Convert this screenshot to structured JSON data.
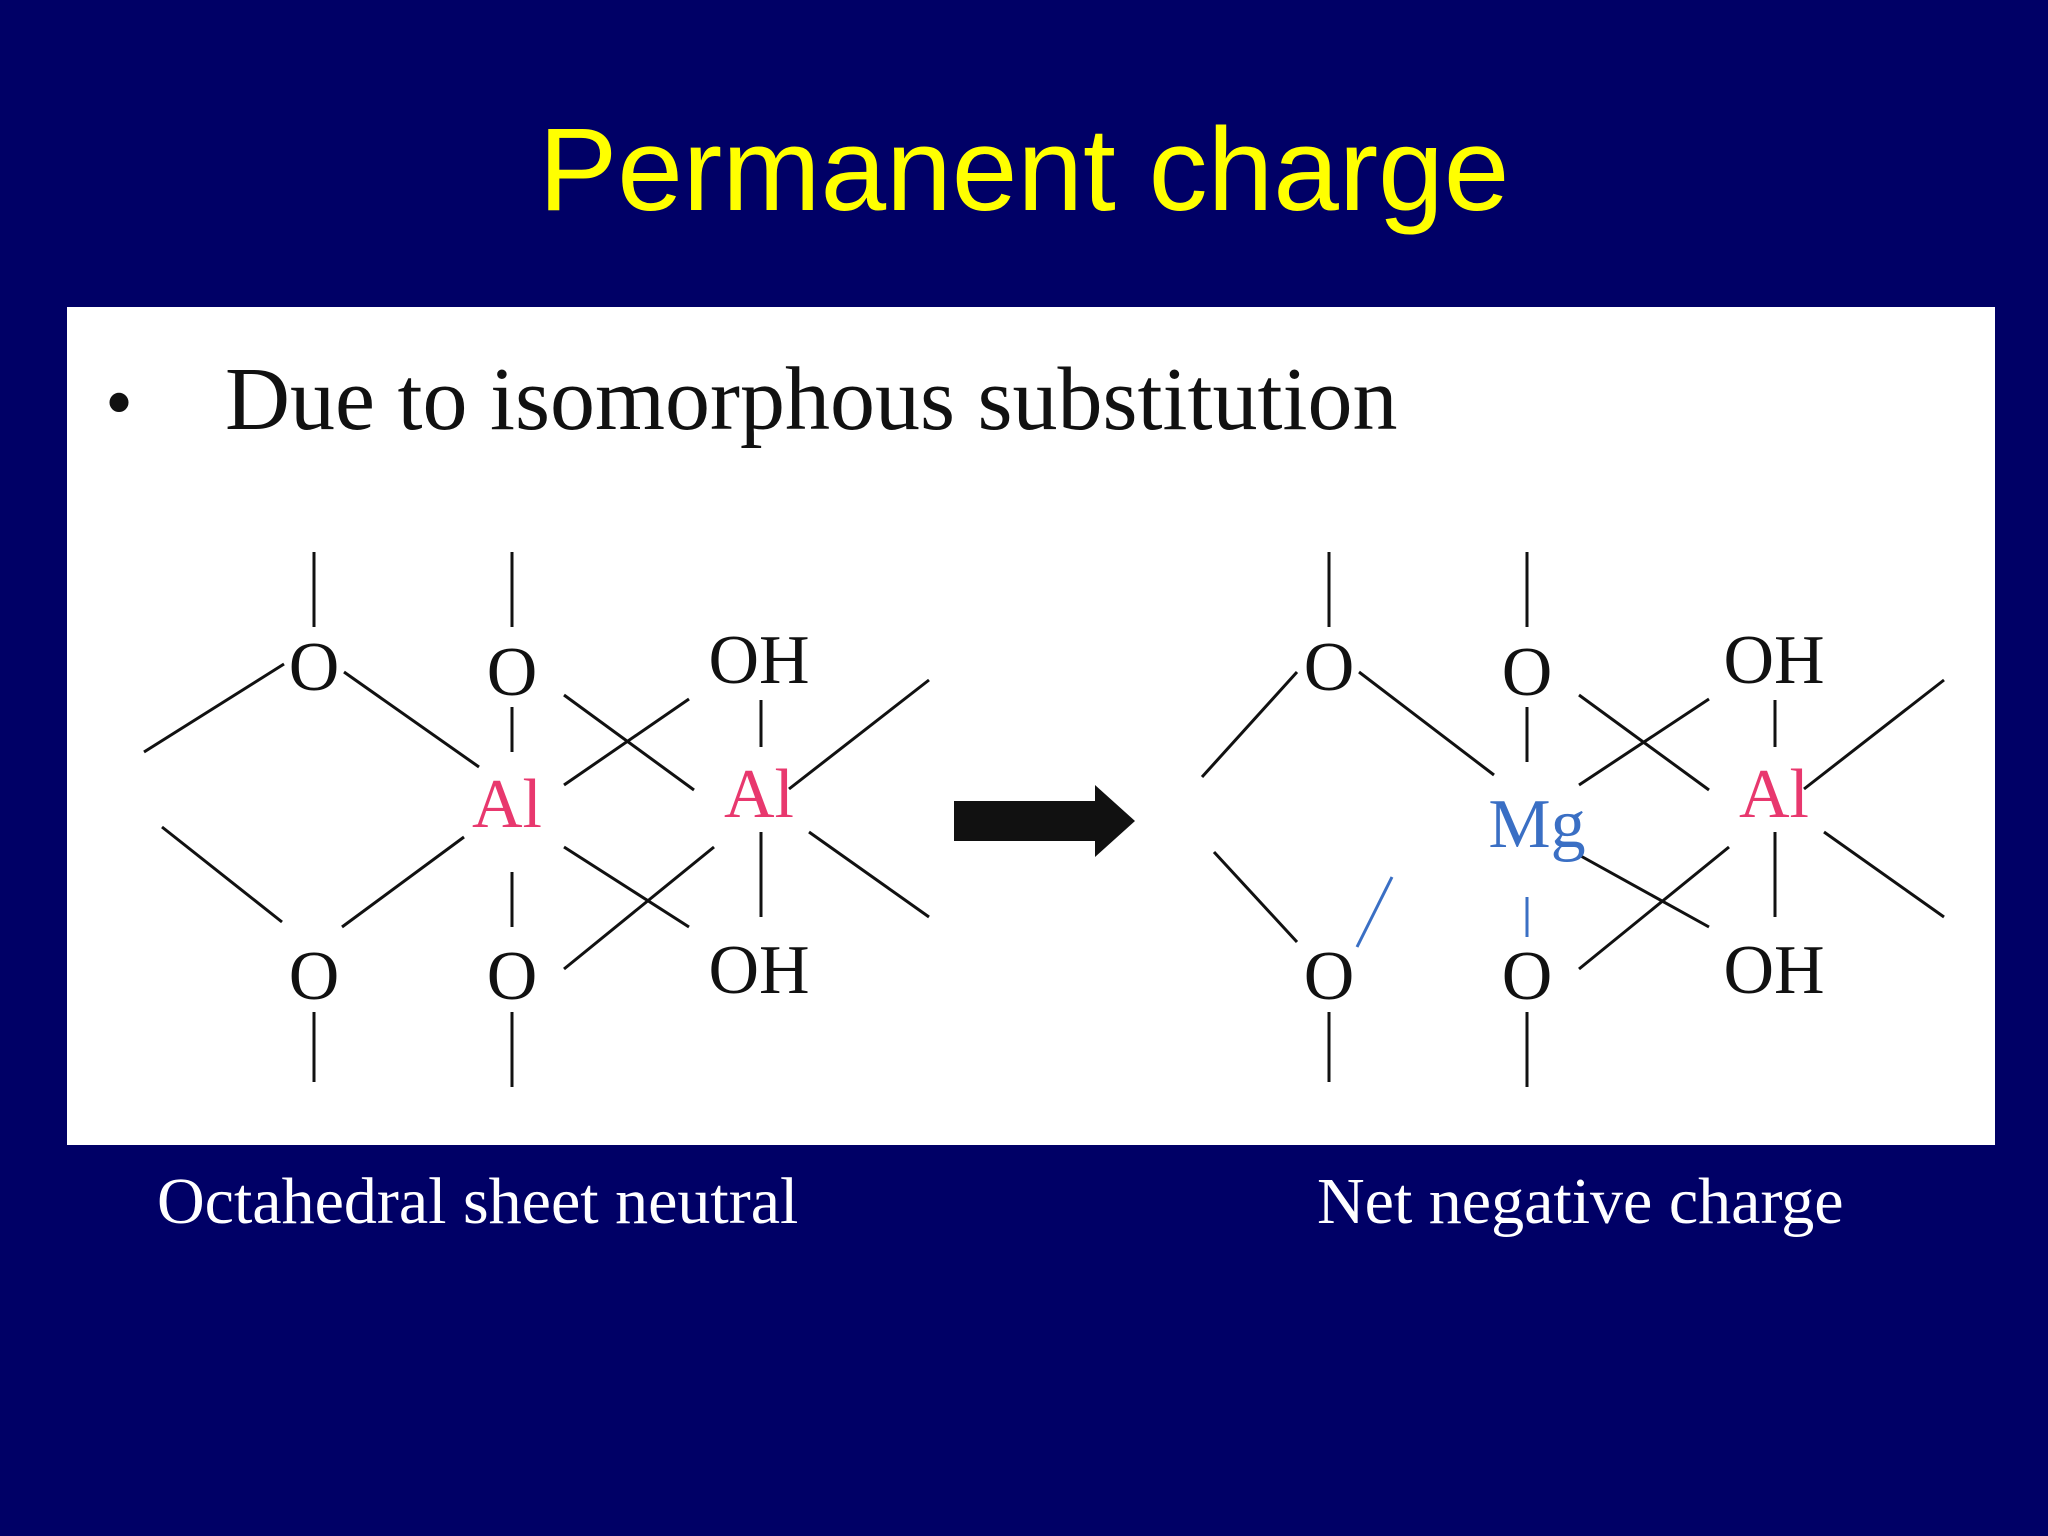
{
  "slide": {
    "title": "Permanent charge",
    "bullet_symbol": "•",
    "bullet_text": "Due to isomorphous substitution"
  },
  "diagram": {
    "before": {
      "oxygen_label": "O",
      "hydroxyl_label": "OH",
      "cation_1": "Al",
      "cation_2": "Al"
    },
    "after": {
      "oxygen_label": "O",
      "hydroxyl_label": "OH",
      "cation_1": "Mg",
      "cation_2": "Al"
    },
    "colors": {
      "aluminium": "#e8386e",
      "magnesium": "#3a6fc4",
      "bonds": "#111111",
      "arrow": "#111111"
    }
  },
  "captions": {
    "left": "Octahedral sheet neutral",
    "right": "Net negative charge"
  }
}
